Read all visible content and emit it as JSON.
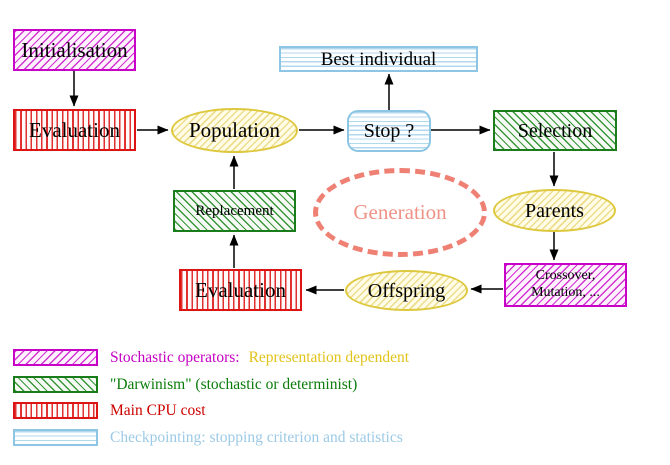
{
  "diagram": {
    "nodes": {
      "initialisation": "Initialisation",
      "evaluation_top": "Evaluation",
      "population": "Population",
      "best_individual": "Best individual",
      "stop": "Stop ?",
      "selection": "Selection",
      "parents": "Parents",
      "crossover_line1": "Crossover,",
      "crossover_line2": "Mutation, ...",
      "offspring": "Offspring",
      "evaluation_bottom": "Evaluation",
      "replacement": "Replacement",
      "generation": "Generation"
    },
    "edges": [
      {
        "from": "initialisation",
        "to": "evaluation_top"
      },
      {
        "from": "evaluation_top",
        "to": "population"
      },
      {
        "from": "population",
        "to": "stop"
      },
      {
        "from": "stop",
        "to": "best_individual"
      },
      {
        "from": "stop",
        "to": "selection"
      },
      {
        "from": "selection",
        "to": "parents"
      },
      {
        "from": "parents",
        "to": "crossover"
      },
      {
        "from": "crossover",
        "to": "offspring"
      },
      {
        "from": "offspring",
        "to": "evaluation_bottom"
      },
      {
        "from": "evaluation_bottom",
        "to": "replacement"
      },
      {
        "from": "replacement",
        "to": "population"
      }
    ],
    "legend": [
      {
        "swatch": "magenta-diagonal-hatch",
        "label": "Stochastic operators:",
        "label_suffix": "Representation dependent"
      },
      {
        "swatch": "green-diagonal-hatch",
        "label": "\"Darwinism\" (stochastic or determinist)"
      },
      {
        "swatch": "red-vertical-stripes",
        "label": "Main CPU cost"
      },
      {
        "swatch": "cyan-horizontal-lines",
        "label": "Checkpointing: stopping criterion and statistics"
      }
    ],
    "colors": {
      "magenta": "#c800c8",
      "green": "#1a7c1a",
      "red": "#cc0000",
      "cyan_text": "#9ccae6",
      "yellow_border": "#ddc83e",
      "gold_text": "#e2c31a",
      "salmon": "#ee8074",
      "arrow": "#000000"
    }
  }
}
